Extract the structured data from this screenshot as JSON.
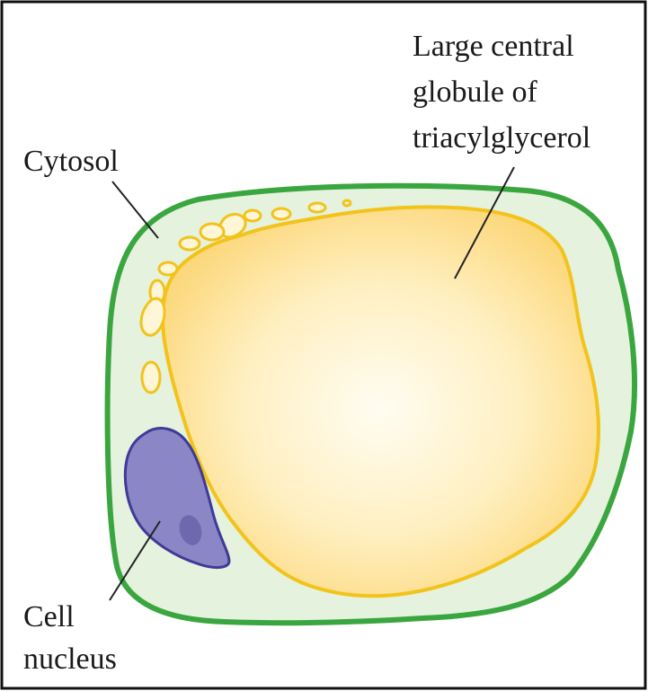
{
  "colors": {
    "frame": "#111111",
    "cytosol_fill": "#e5f2de",
    "membrane": "#3aa63f",
    "globule_outline": "#f2c31b",
    "globule_center": "#fffdf2",
    "globule_edge": "#fcd77a",
    "nucleus_fill": "#8b86c6",
    "nucleus_outline": "#3f3a96",
    "nucleolus": "#6d69ae",
    "leader_line": "#222222"
  },
  "labels": {
    "cytosol": "Cytosol",
    "globule": [
      "Large central",
      "globule of",
      "triacylglycerol"
    ],
    "nucleus": [
      "Cell",
      "nucleus"
    ]
  }
}
